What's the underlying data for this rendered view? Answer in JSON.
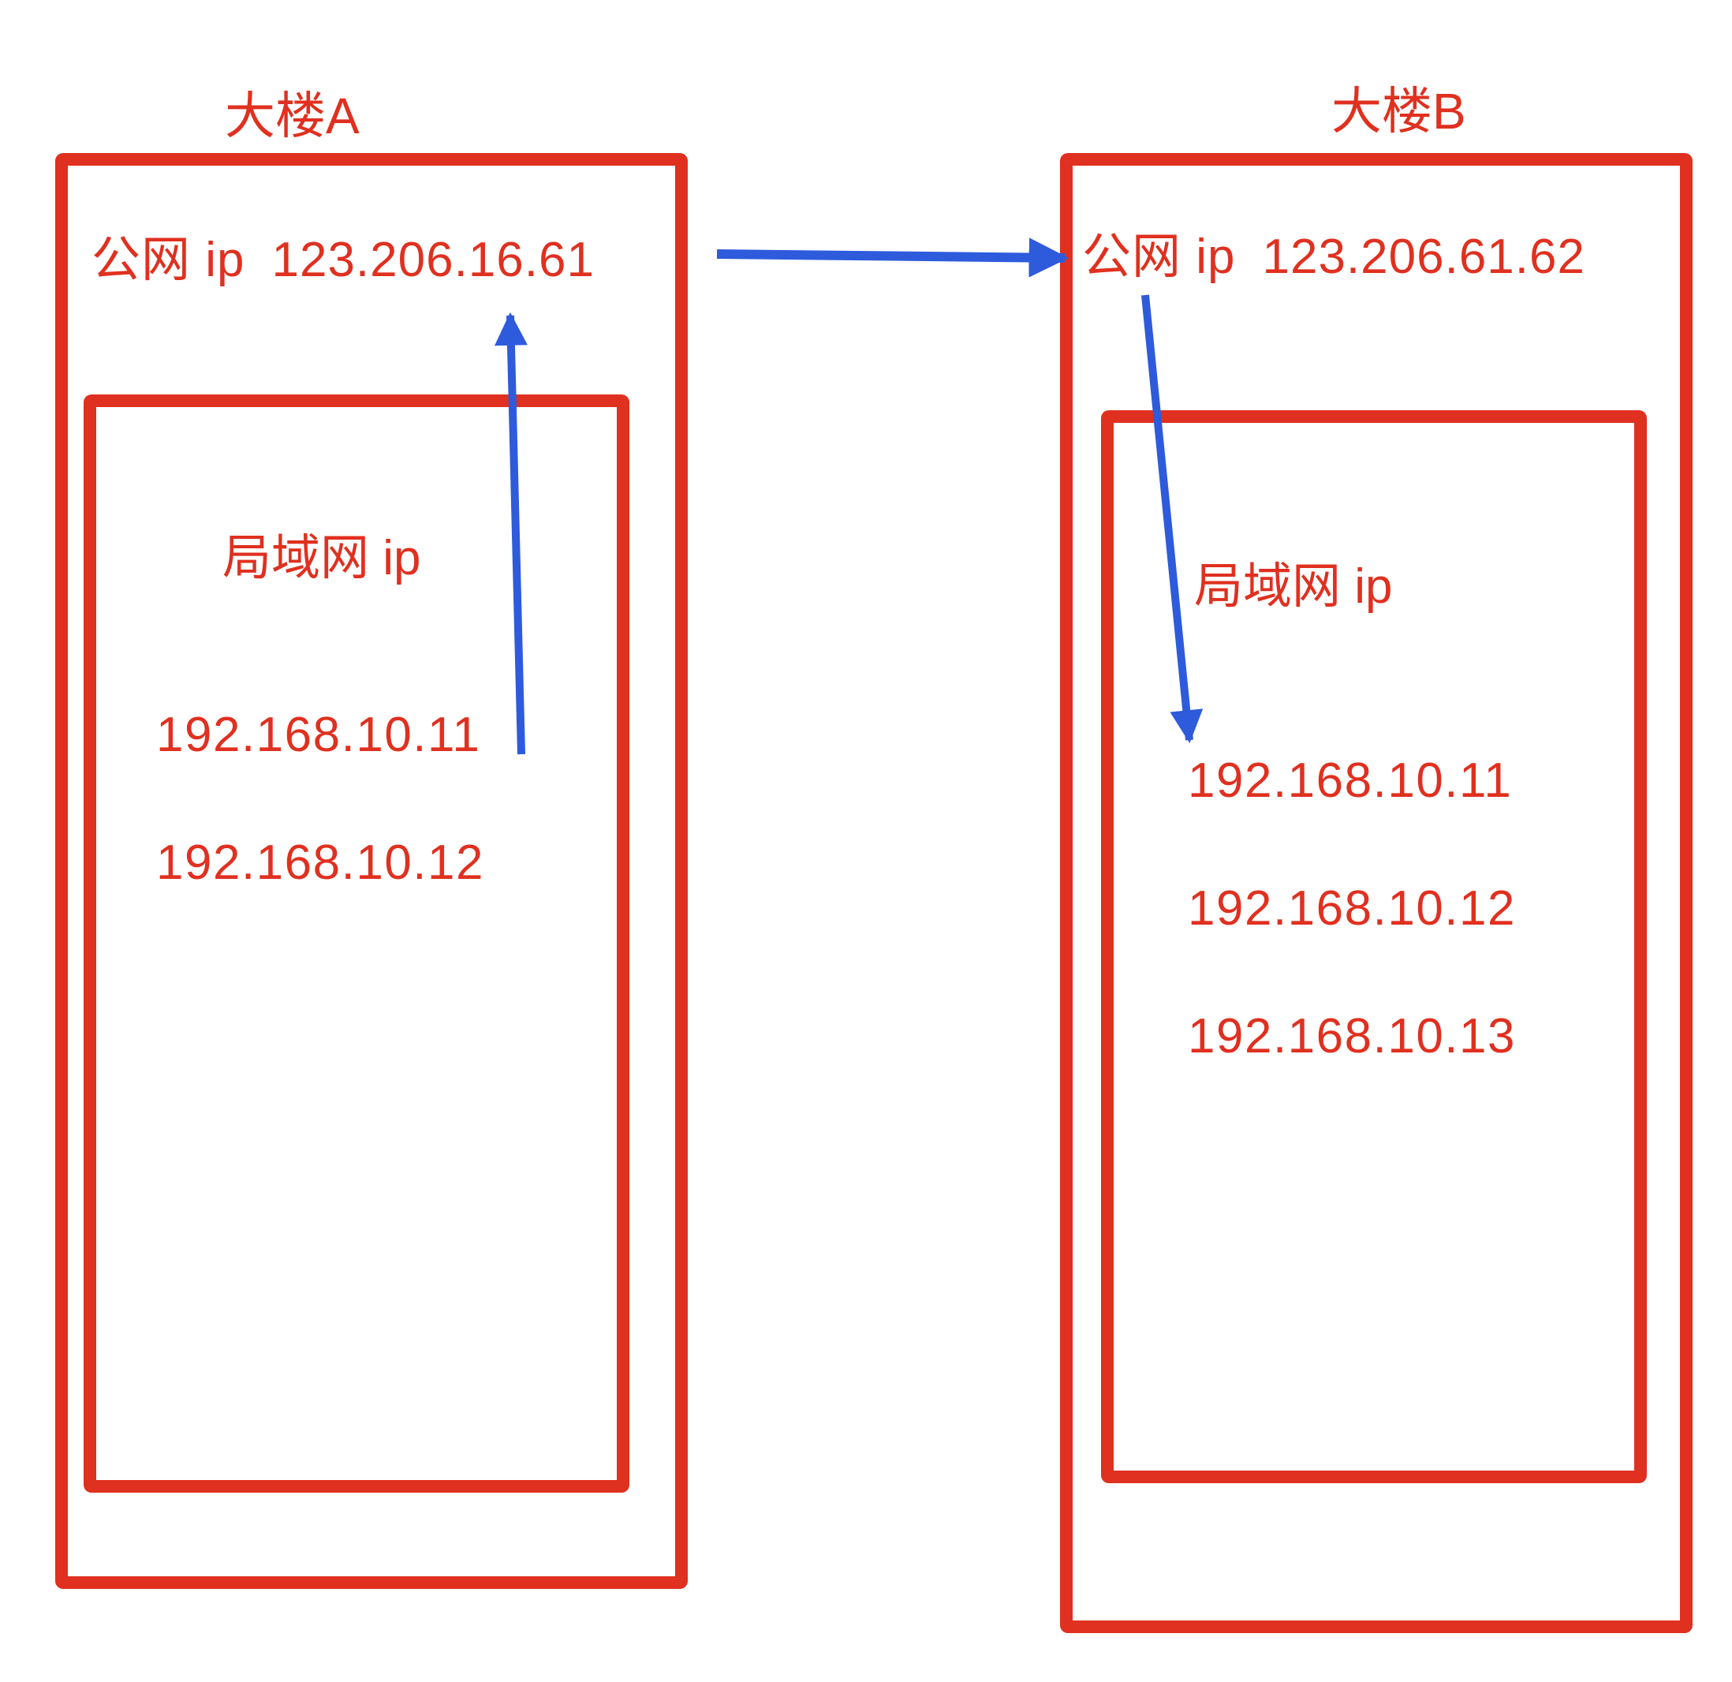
{
  "colors": {
    "red": "#e0301f",
    "blue": "#2e5bdc"
  },
  "building_a": {
    "title": "大楼A",
    "public_ip_label": "公网 ip",
    "public_ip": "123.206.16.61",
    "lan_label": "局域网 ip",
    "lan_ips": [
      "192.168.10.11",
      "192.168.10.12"
    ]
  },
  "building_b": {
    "title": "大楼B",
    "public_ip_label": "公网 ip",
    "public_ip": "123.206.61.62",
    "lan_label": "局域网 ip",
    "lan_ips": [
      "192.168.10.11",
      "192.168.10.12",
      "192.168.10.13"
    ]
  }
}
